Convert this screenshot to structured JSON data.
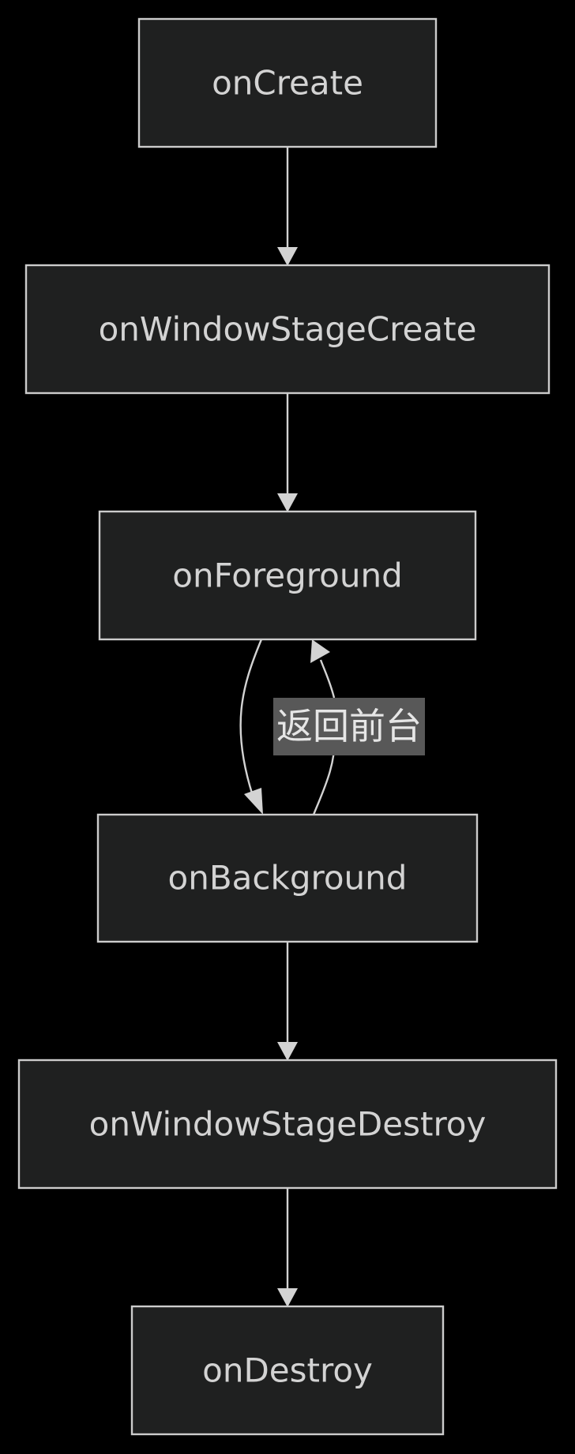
{
  "diagram": {
    "nodes": [
      {
        "id": "onCreate",
        "label": "onCreate"
      },
      {
        "id": "onWindowStageCreate",
        "label": "onWindowStageCreate"
      },
      {
        "id": "onForeground",
        "label": "onForeground"
      },
      {
        "id": "onBackground",
        "label": "onBackground"
      },
      {
        "id": "onWindowStageDestroy",
        "label": "onWindowStageDestroy"
      },
      {
        "id": "onDestroy",
        "label": "onDestroy"
      }
    ],
    "edges": [
      {
        "from": "onCreate",
        "to": "onWindowStageCreate",
        "label": ""
      },
      {
        "from": "onWindowStageCreate",
        "to": "onForeground",
        "label": ""
      },
      {
        "from": "onForeground",
        "to": "onBackground",
        "label": ""
      },
      {
        "from": "onBackground",
        "to": "onForeground",
        "label": "返回前台"
      },
      {
        "from": "onBackground",
        "to": "onWindowStageDestroy",
        "label": ""
      },
      {
        "from": "onWindowStageDestroy",
        "to": "onDestroy",
        "label": ""
      }
    ],
    "colors": {
      "background": "#000000",
      "node_fill": "#1f2020",
      "node_border": "#cccccc",
      "text": "#d3d3d3",
      "edge": "#d3d3d3",
      "edge_label_bg": "#585858"
    }
  }
}
